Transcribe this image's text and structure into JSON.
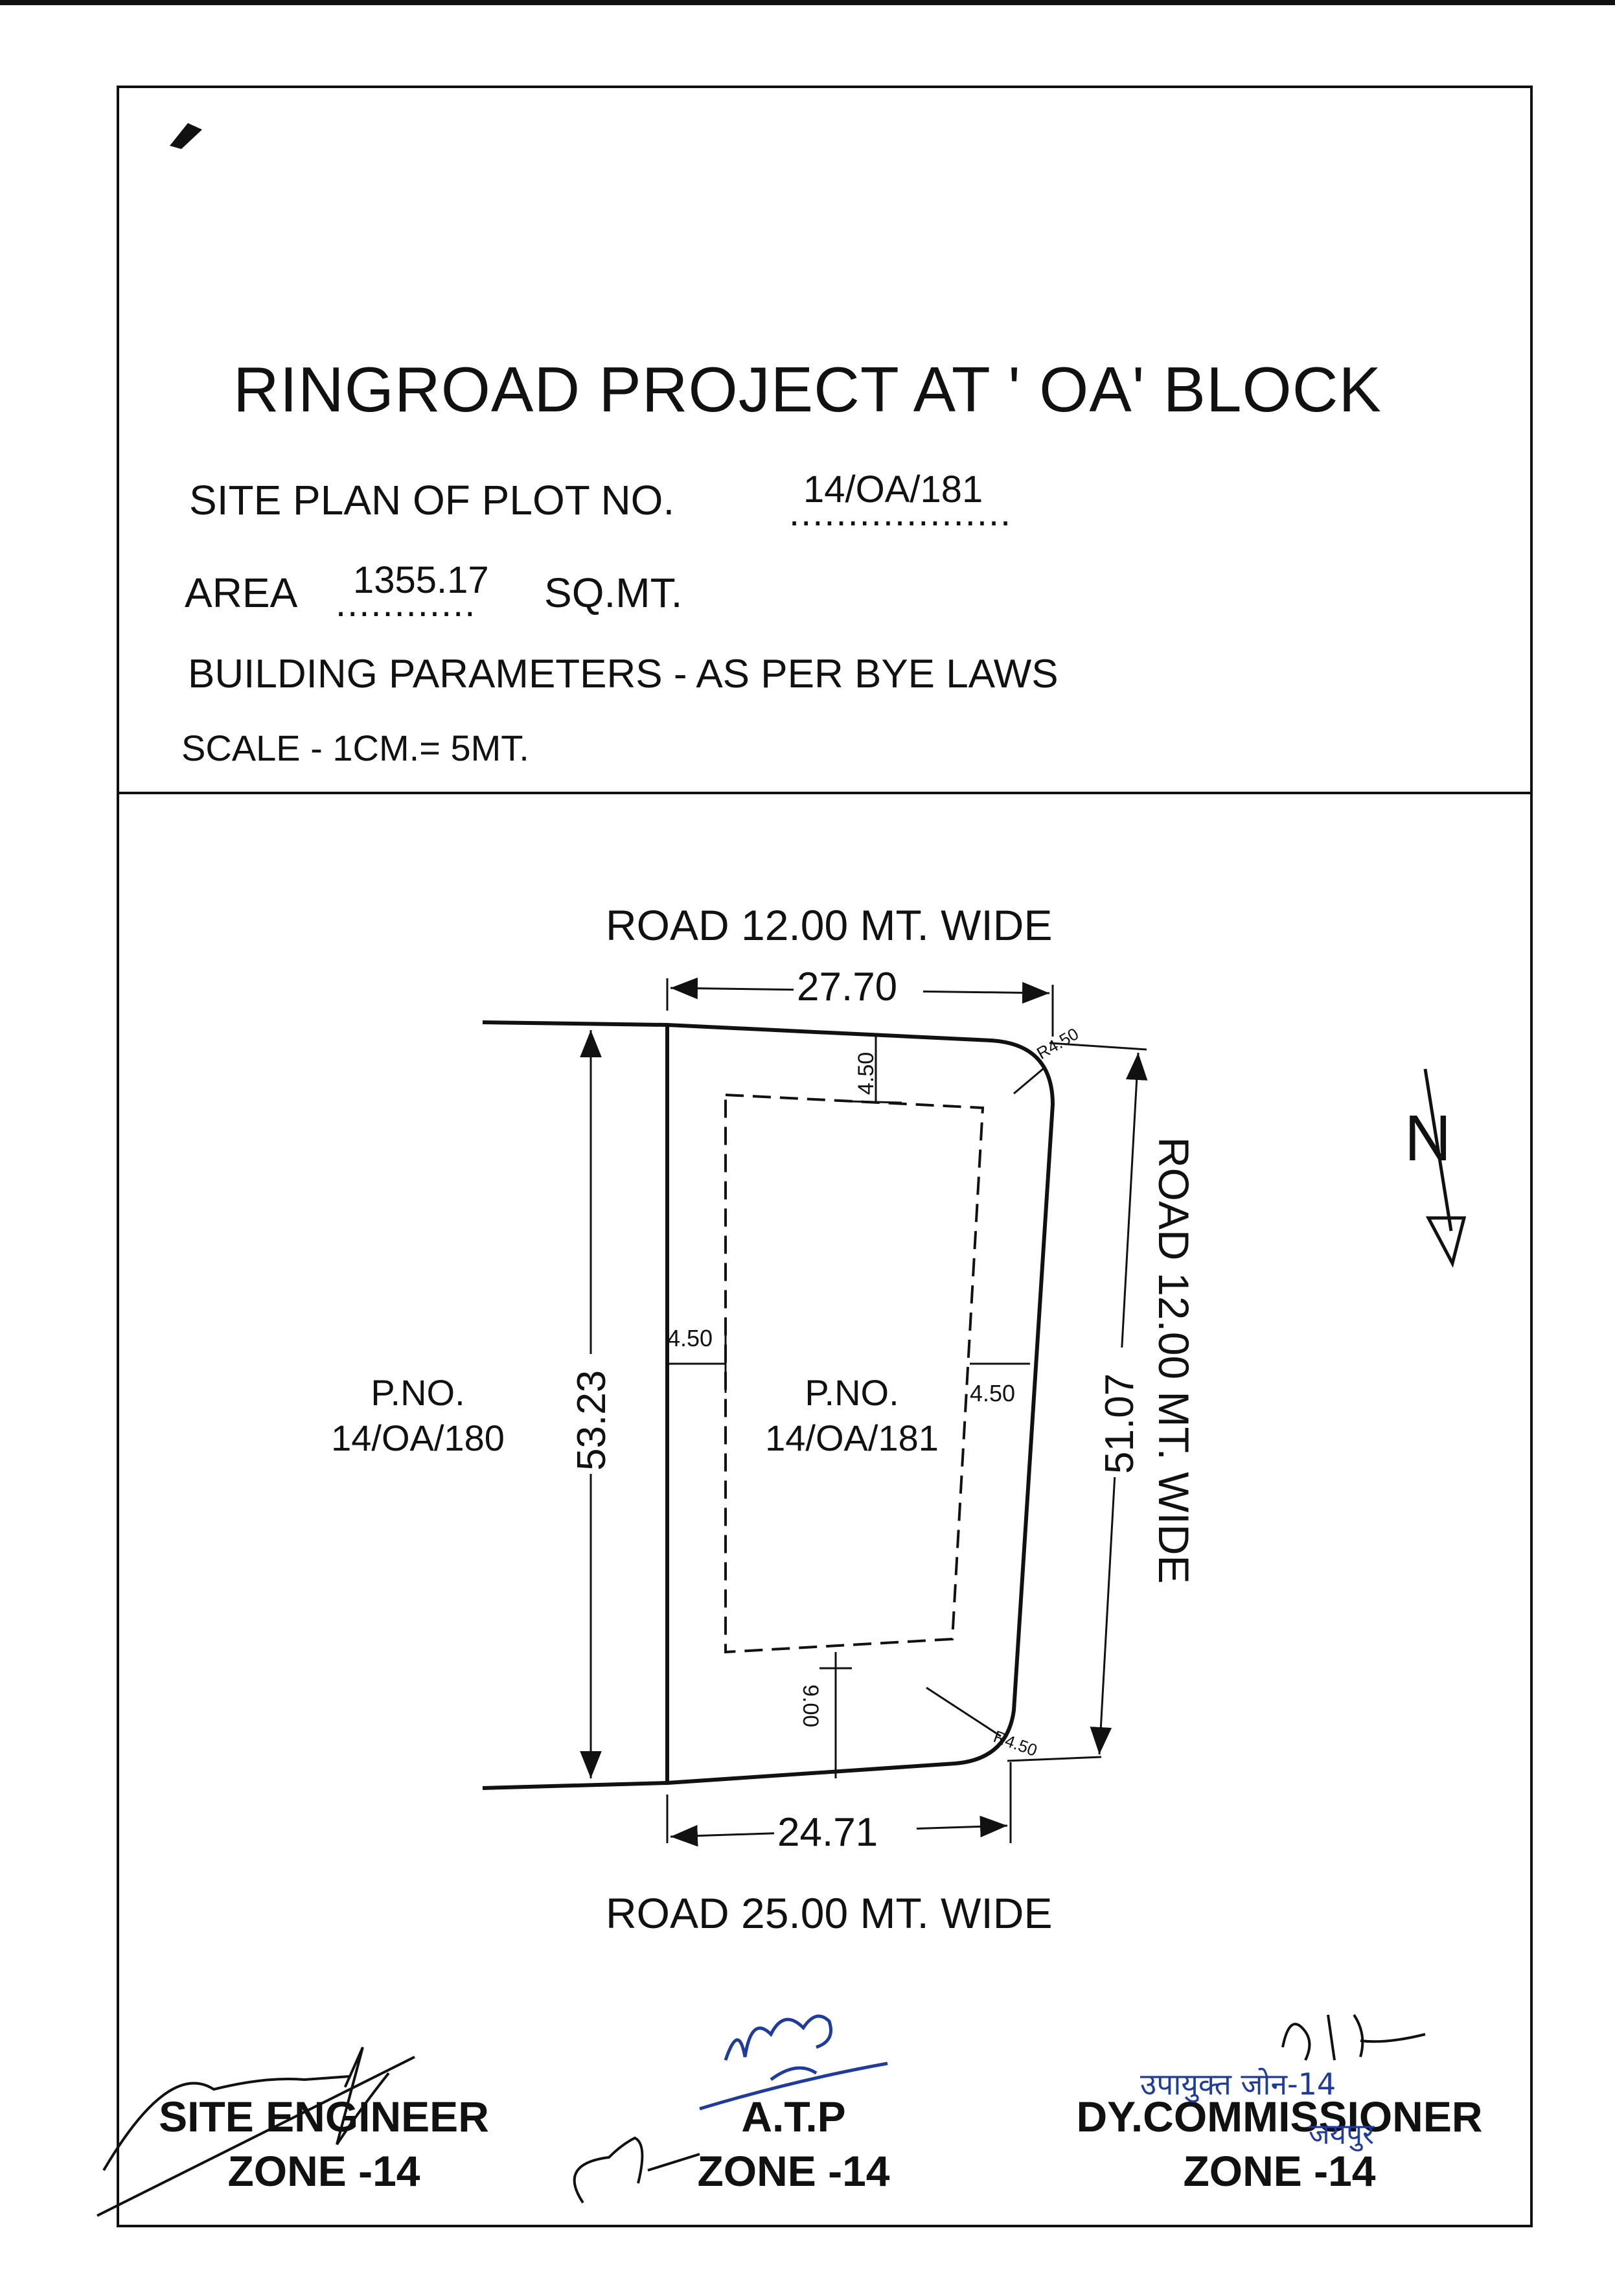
{
  "document": {
    "title": "RINGROAD PROJECT AT ' OA' BLOCK",
    "site_plan_label": "SITE PLAN OF PLOT NO.",
    "plot_no": "14/OA/181",
    "area_label": "AREA",
    "area_value": "1355.17",
    "area_unit": "SQ.MT.",
    "building_parameters": "BUILDING PARAMETERS - AS PER BYE LAWS",
    "scale": "SCALE - 1CM.= 5MT."
  },
  "plan": {
    "road_top": "ROAD 12.00 MT. WIDE",
    "road_right": "ROAD 12.00 MT. WIDE",
    "road_bottom": "ROAD 25.00 MT. WIDE",
    "dim_top": "27.70",
    "dim_bottom": "24.71",
    "dim_left": "53.23",
    "dim_right": "51.07",
    "setback_front": "4.50",
    "setback_left": "4.50",
    "setback_right": "4.50",
    "setback_rear": "9.00",
    "radius_top": "R4.50",
    "radius_bottom": "R4.50",
    "north_label": "N",
    "plot_label": "P.NO.",
    "plot_no": "14/OA/181",
    "neighbor_label": "P.NO.",
    "neighbor_no": "14/OA/180"
  },
  "signatures": [
    {
      "title": "SITE ENGINEER",
      "zone": "ZONE -14"
    },
    {
      "title": "A.T.P",
      "zone": "ZONE -14"
    },
    {
      "title": "DY.COMMISSIONER",
      "zone": "ZONE -14"
    }
  ],
  "stamp": {
    "line1": "उपायुक्त जोन-14",
    "line2": "जयपुर"
  },
  "colors": {
    "ink": "#111111",
    "pen": "#1f3b9c"
  }
}
